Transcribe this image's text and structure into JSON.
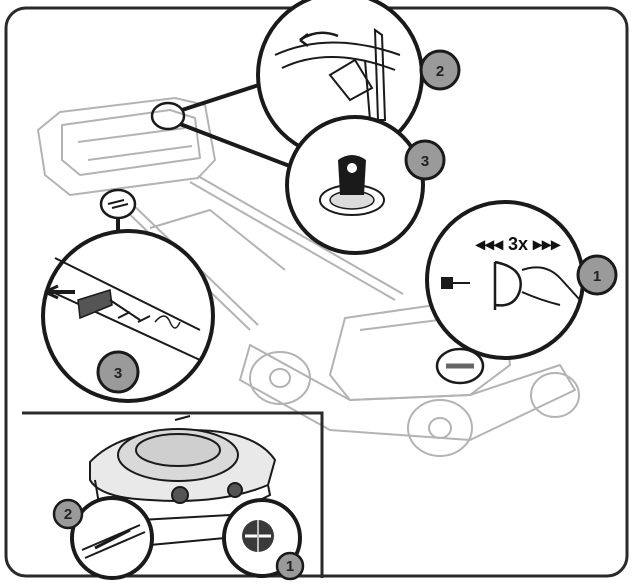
{
  "figure": {
    "callouts": {
      "choke_callout": {
        "step": "2"
      },
      "key_callout": {
        "step": "3"
      },
      "primer_callout": {
        "step": "1",
        "repeat_label": "◂◂◂ 3x ▸▸▸"
      },
      "handle_lever_callout": {
        "step": "3"
      }
    },
    "inset": {
      "primer_callout": {
        "step": "1"
      },
      "choke_callout": {
        "step": "2"
      }
    },
    "colors": {
      "line": "#1a1a1a",
      "faded_line": "#b8b8b8",
      "badge_fill": "#9a9a9a",
      "frame": "#2a2a2a"
    },
    "icons": [
      "primer-bulb-icon",
      "choke-lever-icon",
      "ignition-key-icon",
      "handle-lever-icon",
      "finger-icon",
      "fuel-pump-icon"
    ]
  }
}
